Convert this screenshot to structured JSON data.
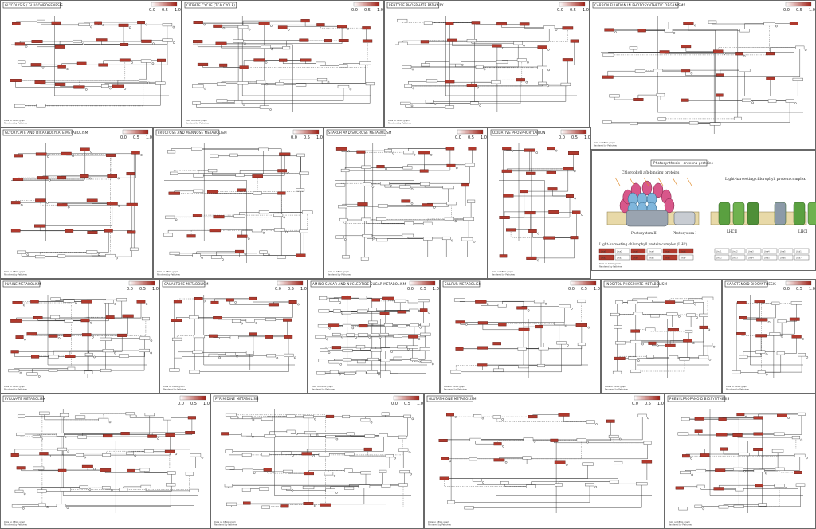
{
  "colors": {
    "hit": "#b03a2e",
    "scale_low": "#ffffff",
    "scale_high": "#a01e14",
    "line": "#333333"
  },
  "panels": [
    {
      "id": "p01",
      "title": "Glycolysis / Gluconeogenesis",
      "scale": [
        "0.0",
        "0.5",
        "1.0"
      ],
      "footer": [
        "Data on KEGG graph",
        "Rendered by Pathview"
      ],
      "hits": 22,
      "nodes": 34
    },
    {
      "id": "p02",
      "title": "Citrate cycle (TCA cycle)",
      "scale": [
        "0.0",
        "0.5",
        "1.0"
      ],
      "footer": [
        "Data on KEGG graph",
        "Rendered by Pathview"
      ],
      "hits": 20,
      "nodes": 40
    },
    {
      "id": "p03",
      "title": "Pentose phosphate pathway",
      "scale": [
        "0.0",
        "0.5",
        "1.0"
      ],
      "footer": [
        "Data on KEGG graph",
        "Rendered by Pathview"
      ],
      "hits": 14,
      "nodes": 36
    },
    {
      "id": "p04",
      "title": "Carbon fixation in photosynthetic organisms",
      "scale": [
        "0.0",
        "0.5",
        "1.0"
      ],
      "footer": [
        "Data on KEGG graph",
        "Rendered by Pathview"
      ],
      "hits": 16,
      "nodes": 38
    },
    {
      "id": "p05",
      "title": "Glyoxylate and dicarboxylate metabolism",
      "scale": [
        "0.0",
        "0.5",
        "1.0"
      ],
      "footer": [
        "Data on KEGG graph",
        "Rendered by Pathview"
      ],
      "hits": 24,
      "nodes": 30
    },
    {
      "id": "p06",
      "title": "Fructose and mannose metabolism",
      "scale": [
        "0.0",
        "0.5",
        "1.0"
      ],
      "footer": [
        "Data on KEGG graph",
        "Rendered by Pathview"
      ],
      "hits": 14,
      "nodes": 42
    },
    {
      "id": "p07",
      "title": "Starch and sucrose metabolism",
      "scale": [
        "0.0",
        "0.5",
        "1.0"
      ],
      "footer": [
        "Data on KEGG graph",
        "Rendered by Pathview"
      ],
      "hits": 12,
      "nodes": 44
    },
    {
      "id": "p08",
      "title": "Oxidative phosphorylation",
      "scale": [
        "0.0",
        "0.5",
        "1.0"
      ],
      "footer": [
        "Data on KEGG graph",
        "Rendered by Pathview"
      ],
      "hits": 24,
      "nodes": 22
    },
    {
      "id": "p09",
      "title": "Photosynthesis - antenna proteins",
      "scale": [],
      "footer": [
        "Data on KEGG graph",
        "Rendered by Pathview"
      ],
      "hits": 12,
      "nodes": 0
    },
    {
      "id": "p10",
      "title": "Purine metabolism",
      "scale": [
        "0.0",
        "0.5",
        "1.0"
      ],
      "footer": [
        "Data on KEGG graph",
        "Rendered by Pathview"
      ],
      "hits": 18,
      "nodes": 38
    },
    {
      "id": "p11",
      "title": "Galactose metabolism",
      "scale": [
        "0.0",
        "0.5",
        "1.0"
      ],
      "footer": [
        "Data on KEGG graph",
        "Rendered by Pathview"
      ],
      "hits": 14,
      "nodes": 30
    },
    {
      "id": "p12",
      "title": "Amino sugar and nucleotide sugar metabolism",
      "scale": [
        "0.0",
        "0.5",
        "1.0"
      ],
      "footer": [
        "Data on KEGG graph",
        "Rendered by Pathview"
      ],
      "hits": 10,
      "nodes": 60
    },
    {
      "id": "p13",
      "title": "Sulfur metabolism",
      "scale": [
        "0.0",
        "0.5",
        "1.0"
      ],
      "footer": [
        "Data on KEGG graph",
        "Rendered by Pathview"
      ],
      "hits": 12,
      "nodes": 26
    },
    {
      "id": "p14",
      "title": "Inositol phosphate metabolism",
      "scale": [],
      "footer": [
        "Data on KEGG graph",
        "Rendered by Pathview"
      ],
      "hits": 8,
      "nodes": 32
    },
    {
      "id": "p15",
      "title": "Carotenoid biosynthesis",
      "scale": [
        "0.0",
        "0.5",
        "1.0"
      ],
      "footer": [
        "Data on KEGG graph",
        "Rendered by Pathview"
      ],
      "hits": 8,
      "nodes": 18
    },
    {
      "id": "p16",
      "title": "Pyruvate metabolism",
      "scale": [
        "0.0",
        "0.5",
        "1.0"
      ],
      "footer": [
        "Data on KEGG graph",
        "Rendered by Pathview"
      ],
      "hits": 14,
      "nodes": 48
    },
    {
      "id": "p17",
      "title": "Pyrimidine metabolism",
      "scale": [
        "0.0",
        "0.5",
        "1.0"
      ],
      "footer": [
        "Data on KEGG graph",
        "Rendered by Pathview"
      ],
      "hits": 10,
      "nodes": 56
    },
    {
      "id": "p18",
      "title": "Glutathione metabolism",
      "scale": [
        "0.0",
        "0.5",
        "1.0"
      ],
      "footer": [
        "Data on KEGG graph",
        "Rendered by Pathview"
      ],
      "hits": 12,
      "nodes": 34
    },
    {
      "id": "p19",
      "title": "Phenylpropanoid biosynthesis",
      "scale": [],
      "footer": [
        "Data on KEGG graph",
        "Rendered by Pathview"
      ],
      "hits": 18,
      "nodes": 40
    }
  ],
  "antenna": {
    "left_caption": "Chlorophyll a/b-binding proteins",
    "right_caption": "Light-harvesting chlorophyll protein complex",
    "ps2": "Photosystem II",
    "ps1": "Photosystem I",
    "lhc2": "LHCII",
    "lhc1": "LHCI",
    "table_head": "Light-harvesting chlorophyll protein complex (LHC)",
    "genes": [
      "Lhca1",
      "Lhca2",
      "Lhca3",
      "Lhca4",
      "Lhca5",
      "Lhcb1",
      "Lhcb2",
      "Lhcb3",
      "Lhcb4",
      "Lhcb5",
      "Lhcb6",
      "Lhcb7"
    ]
  }
}
